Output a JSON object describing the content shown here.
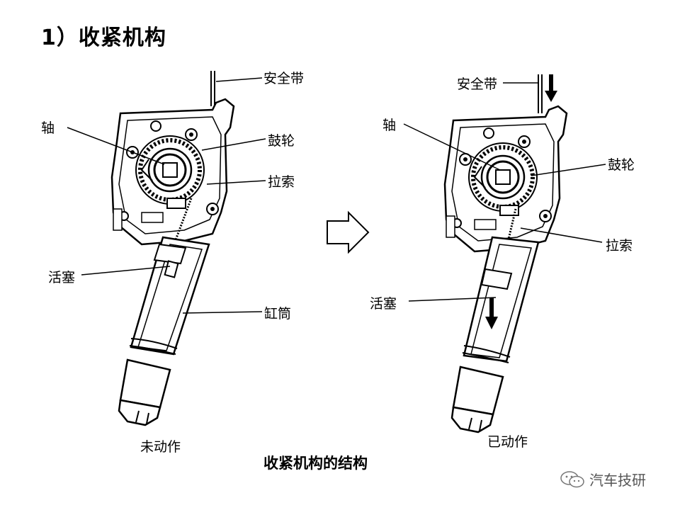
{
  "title": "1）收紧机构",
  "caption": "收紧机构的结构",
  "left": {
    "state": "未动作",
    "labels": {
      "belt": "安全带",
      "shaft": "轴",
      "drum": "鼓轮",
      "cable": "拉索",
      "piston": "活塞",
      "cylinder": "缸筒"
    }
  },
  "right": {
    "state": "已动作",
    "labels": {
      "belt": "安全带",
      "shaft": "轴",
      "drum": "鼓轮",
      "cable": "拉索",
      "piston": "活塞"
    }
  },
  "watermark": "汽车技研"
}
